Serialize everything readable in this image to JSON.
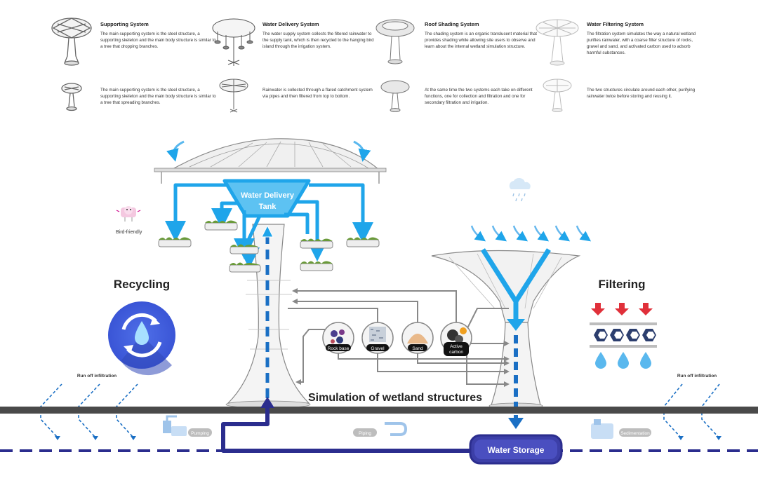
{
  "legend": [
    {
      "title": "Supporting System",
      "text_top": "The main supporting system is the steel structure, a supporting skeleton and the main body structure is similar to a tree that dropping branches.",
      "text_bottom": "The main supporting system is the steel structure, a supporting skeleton and the main body structure is similar to a tree that spreading branches."
    },
    {
      "title": "Water Delivery System",
      "text_top": "The water supply system collects the filtered rainwater to the supply tank, which is then recycled to the hanging bird island through the irrigation system.",
      "text_bottom": "Rainwater is collected through a flared catchment system via pipes and then filtered from top to bottom."
    },
    {
      "title": "Roof Shading System",
      "text_top": "The shading system is an organic translucent material that provides shading while allowing site users to observe and learn about the internal wetland simulation structure.",
      "text_bottom": "At the same time the two systems each take on different functions, one for collection and filtration and one for secondary filtration and irrigation."
    },
    {
      "title": "Water Filtering System",
      "text_top": "The filtration system simulates the way a natural wetland purifies rainwater, with a coarse filter structure of rocks, gravel and sand, and activated carbon used to adsorb harmful substances.",
      "text_bottom": "The two structures circulate around each other, purifying rainwater twice before storing and reusing it."
    }
  ],
  "labels": {
    "tank": "Water Delivery Tank",
    "bird": "Bird-friendly",
    "recycling": "Recycling",
    "filtering": "Filtering",
    "wetland": "Simulation of wetland structures",
    "runoff_left": "Run off infiltration",
    "runoff_right": "Run off infiltration",
    "pumping": "Pumping",
    "piping": "Piping",
    "sedimentation": "Sedimentation",
    "storage": "Water Storage"
  },
  "media": [
    {
      "label": "Rock base"
    },
    {
      "label": "Gravel"
    },
    {
      "label": "Sand"
    },
    {
      "label": "Active carbon"
    }
  ],
  "colors": {
    "light_blue": "#1fa5ea",
    "dark_blue": "#2b2d8e",
    "mid_blue": "#1a6fc4",
    "grey": "#888888",
    "ground": "#4a4a4a",
    "red": "#e0303a"
  }
}
